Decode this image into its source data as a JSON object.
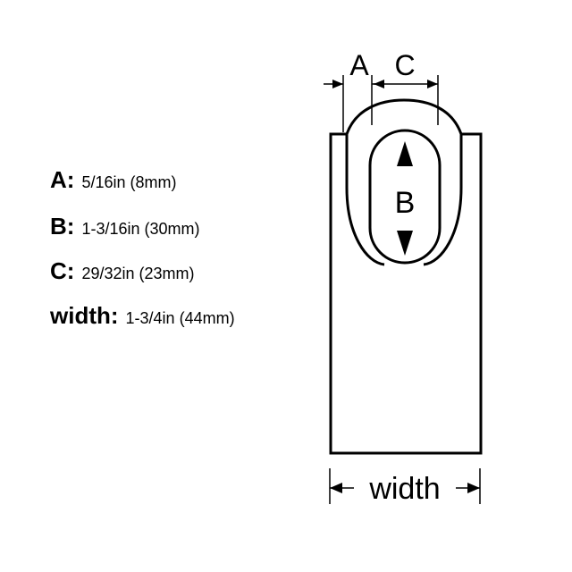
{
  "specs": [
    {
      "key": "A:",
      "value": "5/16in (8mm)"
    },
    {
      "key": "B:",
      "value": "1-3/16in (30mm)"
    },
    {
      "key": "C:",
      "value": "29/32in (23mm)"
    },
    {
      "key": "width:",
      "value": "1-3/4in (44mm)"
    }
  ],
  "diagram": {
    "label_a": "A",
    "label_b": "B",
    "label_c": "C",
    "label_width": "width"
  }
}
